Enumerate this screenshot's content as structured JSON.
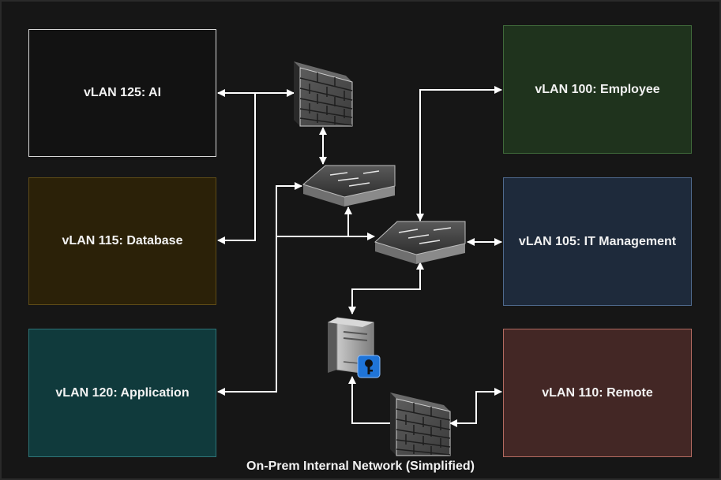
{
  "vlans": {
    "ai": "vLAN 125: AI",
    "database": "vLAN 115: Database",
    "application": "vLAN 120: Application",
    "employee": "vLAN 100: Employee",
    "it_management": "vLAN 105: IT Management",
    "remote": "vLAN 110: Remote"
  },
  "caption": "On-Prem Internal Network (Simplified)",
  "colors": {
    "line": "#ffffff",
    "background": "#161616",
    "ai_fill": "#121212",
    "database_fill": "#2b2108",
    "application_fill": "#103a3c",
    "employee_fill": "#1f331d",
    "it_management_fill": "#1e2a3b",
    "remote_fill": "#432725"
  },
  "icons": {
    "firewalls": [
      "firewall-icon",
      "firewall-icon"
    ],
    "switches": [
      "switch-icon",
      "switch-icon"
    ],
    "server": "server-icon",
    "key": "key-icon"
  }
}
